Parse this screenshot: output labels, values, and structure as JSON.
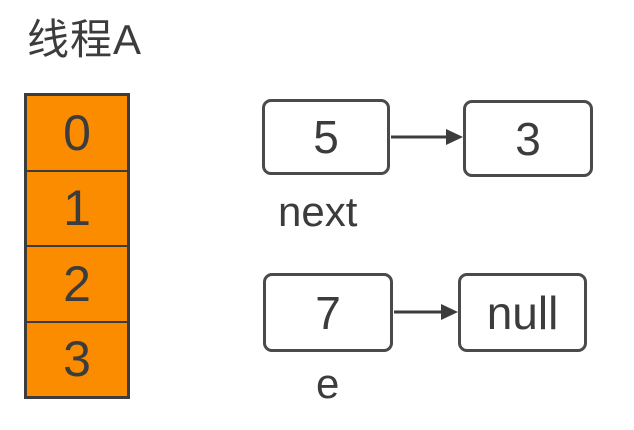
{
  "title": "线程A",
  "array": {
    "cells": [
      "0",
      "1",
      "2",
      "3"
    ]
  },
  "nodes": {
    "row1": {
      "from": "5",
      "to": "3",
      "label": "next"
    },
    "row2": {
      "from": "7",
      "to": "null",
      "label": "e"
    }
  },
  "colors": {
    "cell_fill": "#FB8C00",
    "stroke_dark": "#3C3C3C",
    "node_border": "#4A4A4A",
    "background": "#FFFFFF"
  }
}
